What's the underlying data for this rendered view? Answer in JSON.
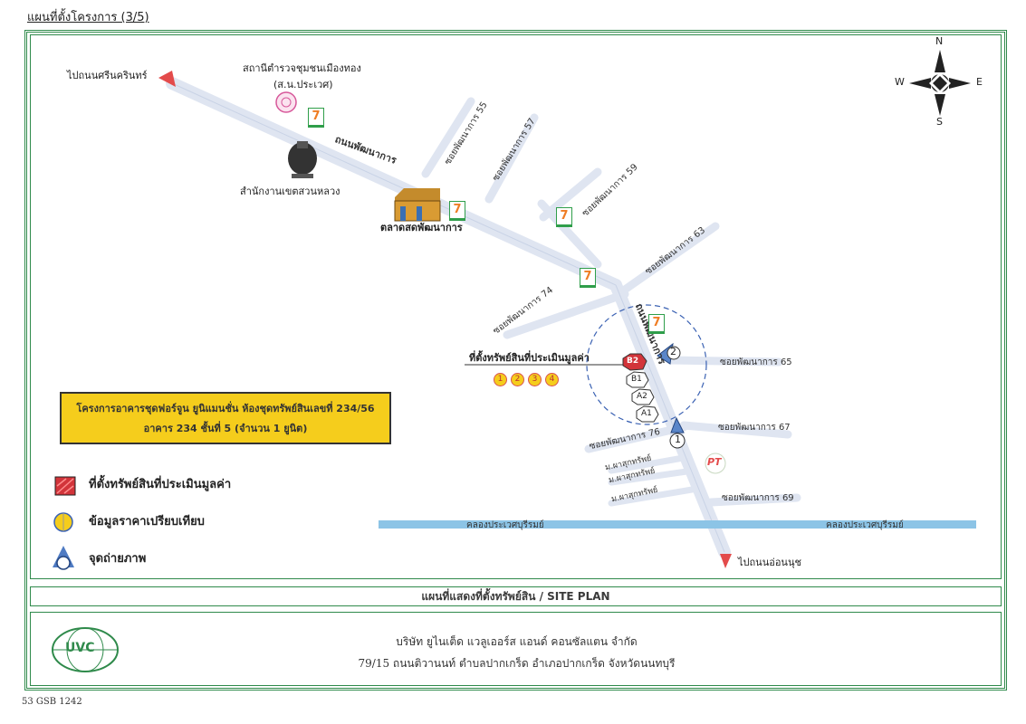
{
  "heading": "แผนที่ตั้งโครงการ (3/5)",
  "compass": {
    "n": "N",
    "s": "S",
    "e": "E",
    "w": "W"
  },
  "labels": {
    "to_srinakarin": "ไปถนนศรีนครินทร์",
    "to_onnut": "ไปถนนอ่อนนุช",
    "police_station": "สถานีตำรวจชุมชนเมืองทอง",
    "police_sub": "(ส.น.ประเวศ)",
    "district_office": "สำนักงานเขตสวนหลวง",
    "market": "ตลาดสดพัฒนาการ",
    "road_main_1": "ถนนพัฒนาการ",
    "road_main_2": "ถนนพัฒนาการ",
    "soi55": "ซอยพัฒนาการ 55",
    "soi57": "ซอยพัฒนาการ 57",
    "soi59": "ซอยพัฒนาการ 59",
    "soi63": "ซอยพัฒนาการ 63",
    "soi74": "ซอยพัฒนาการ 74",
    "soi65": "ซอยพัฒนาการ 65",
    "soi67": "ซอยพัฒนาการ 67",
    "soi69": "ซอยพัฒนาการ 69",
    "soi76": "ซอยพัฒนาการ 76",
    "mu1": "ม.ผาสุกทรัพย์",
    "mu2": "ม.ผาสุกทรัพย์",
    "mu3": "ม.ผาสุกทรัพย์",
    "subject_site": "ที่ตั้งทรัพย์สินที่ประเมินมูลค่า",
    "canal_left": "คลองประเวศบุรีรมย์",
    "canal_right": "คลองประเวศบุรีรมย์",
    "seven_eleven": "7",
    "pt": "PT"
  },
  "markers": {
    "comps": [
      "1",
      "2",
      "3",
      "4"
    ],
    "units": [
      "B2",
      "B1",
      "A2",
      "A1"
    ],
    "photo_points": [
      "1",
      "2"
    ]
  },
  "project_box": {
    "line1": "โครงการอาคารชุดฟอร์จูน ยูนิแมนชั่น ห้องชุดทรัพย์สินเลขที่ 234/56",
    "line2": "อาคาร 234 ชั้นที่ 5 (จำนวน 1 ยูนิต)"
  },
  "legend": {
    "subject": "ที่ตั้งทรัพย์สินที่ประเมินมูลค่า",
    "comparables": "ข้อมูลราคาเปรียบเทียบ",
    "photo": "จุดถ่ายภาพ"
  },
  "title_bar": "แผนที่แสดงที่ตั้งทรัพย์สิน / SITE PLAN",
  "footer": {
    "logo": "UVC",
    "company": "บริษัท ยูไนเต็ด แวลูเออร์ส แอนด์ คอนซัลแตน จำกัด",
    "address": "79/15 ถนนติวานนท์ ตำบลปากเกร็ด อำเภอปากเกร็ด จังหวัดนนทบุรี"
  },
  "doc_code": "53 GSB 1242",
  "colors": {
    "frame": "#2f8a4b",
    "road": "#dfe5f1",
    "canal": "#8cc4e6",
    "yellow": "#f5cd1c",
    "subject": "#d2343a",
    "arrow": "#e34b4b",
    "seven_green": "#2f9e4a",
    "seven_orange": "#ef7d24"
  }
}
